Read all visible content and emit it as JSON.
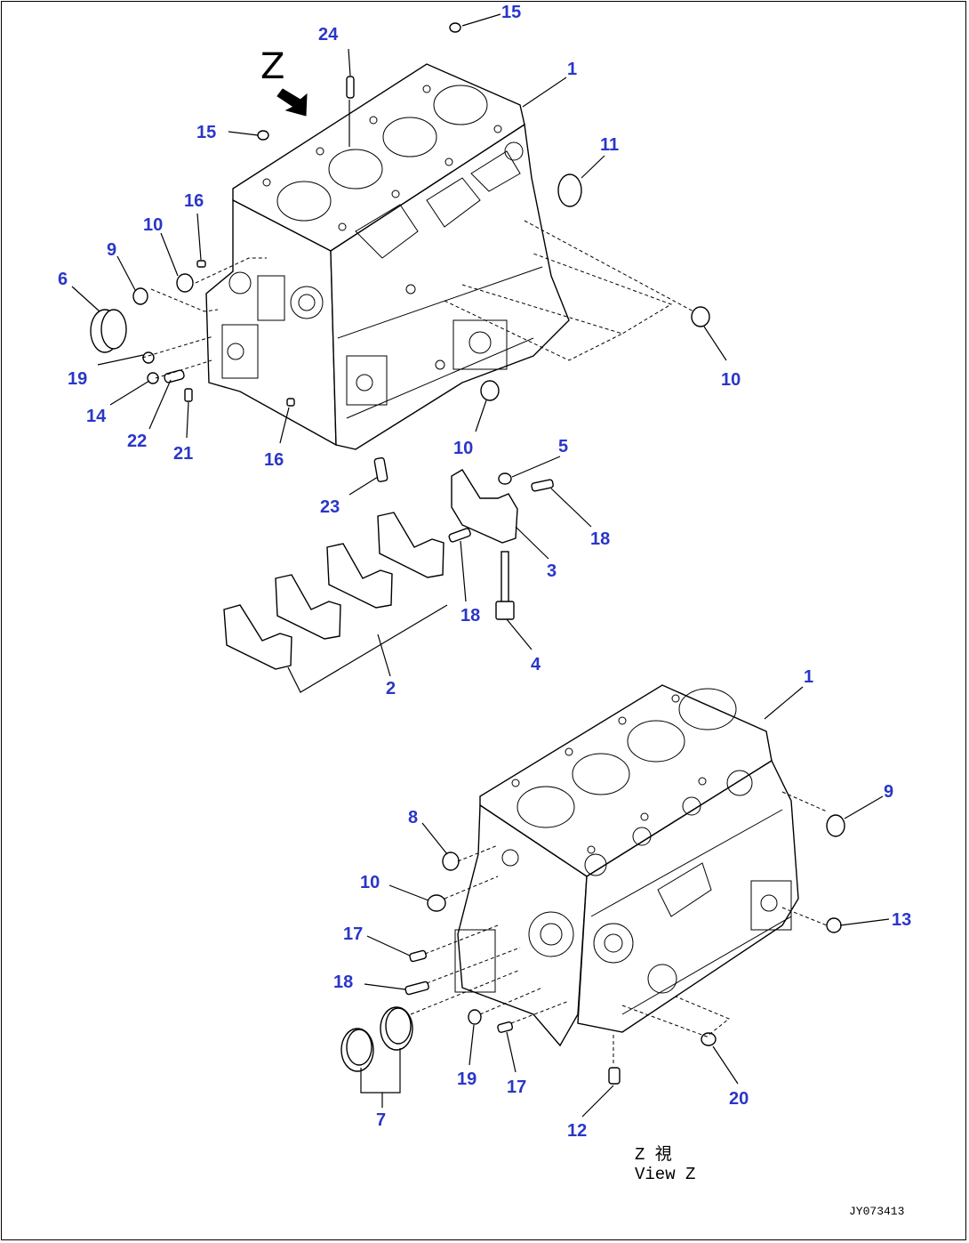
{
  "diagram": {
    "view_mark": "Z",
    "view_label_line1": "Z  視",
    "view_label_line2": "View Z",
    "drawing_code": "JY073413",
    "callout_color": "#2a36c8",
    "callouts": [
      {
        "id": "c15a",
        "text": "15"
      },
      {
        "id": "c24",
        "text": "24"
      },
      {
        "id": "c1a",
        "text": "1"
      },
      {
        "id": "c15b",
        "text": "15"
      },
      {
        "id": "c11",
        "text": "11"
      },
      {
        "id": "c16a",
        "text": "16"
      },
      {
        "id": "c10a",
        "text": "10"
      },
      {
        "id": "c9a",
        "text": "9"
      },
      {
        "id": "c6",
        "text": "6"
      },
      {
        "id": "c19a",
        "text": "19"
      },
      {
        "id": "c14",
        "text": "14"
      },
      {
        "id": "c22",
        "text": "22"
      },
      {
        "id": "c21",
        "text": "21"
      },
      {
        "id": "c16b",
        "text": "16"
      },
      {
        "id": "c10b",
        "text": "10"
      },
      {
        "id": "c10c",
        "text": "10"
      },
      {
        "id": "c5",
        "text": "5"
      },
      {
        "id": "c23",
        "text": "23"
      },
      {
        "id": "c18a",
        "text": "18"
      },
      {
        "id": "c3",
        "text": "3"
      },
      {
        "id": "c18b",
        "text": "18"
      },
      {
        "id": "c4",
        "text": "4"
      },
      {
        "id": "c2",
        "text": "2"
      },
      {
        "id": "c1b",
        "text": "1"
      },
      {
        "id": "c9b",
        "text": "9"
      },
      {
        "id": "c8",
        "text": "8"
      },
      {
        "id": "c10d",
        "text": "10"
      },
      {
        "id": "c13",
        "text": "13"
      },
      {
        "id": "c17a",
        "text": "17"
      },
      {
        "id": "c18c",
        "text": "18"
      },
      {
        "id": "c19b",
        "text": "19"
      },
      {
        "id": "c17b",
        "text": "17"
      },
      {
        "id": "c20",
        "text": "20"
      },
      {
        "id": "c7",
        "text": "7"
      },
      {
        "id": "c12",
        "text": "12"
      }
    ]
  }
}
